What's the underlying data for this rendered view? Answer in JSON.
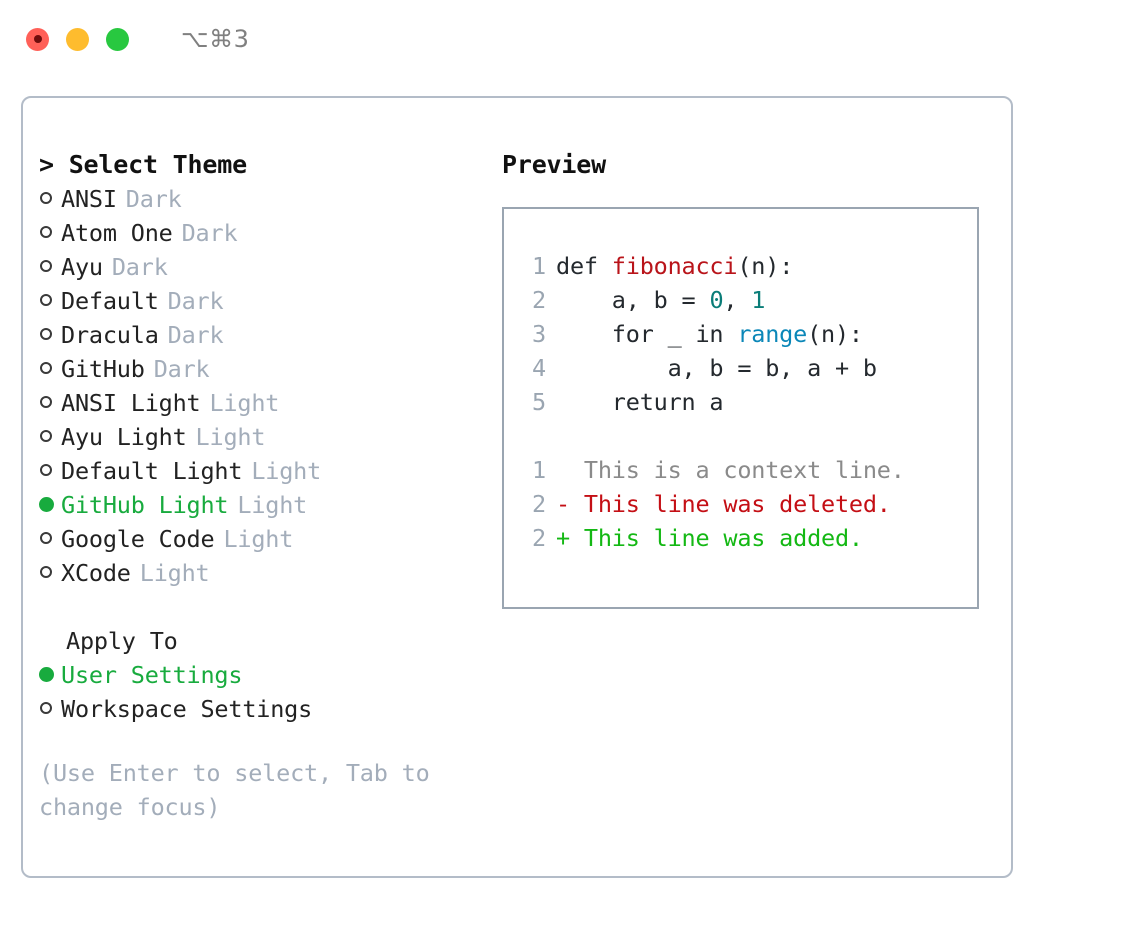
{
  "titlebar": {
    "buttons": [
      {
        "name": "close-button",
        "color": "#ff6058"
      },
      {
        "name": "minimize-button",
        "color": "#febc2e"
      },
      {
        "name": "maximize-button",
        "color": "#28c840"
      }
    ],
    "shortcut": "⌥⌘3"
  },
  "colors": {
    "selected_green": "#18ab3e",
    "muted": "#a3adba",
    "panel_border": "#b3bcc8",
    "preview_border": "#9aa5b1",
    "diff_add": "#14b814",
    "diff_del": "#c40f15",
    "diff_ctx": "#8a8a8a"
  },
  "theme_list": {
    "header": "> Select Theme",
    "items": [
      {
        "name": "ANSI",
        "kind": "Dark",
        "selected": false
      },
      {
        "name": "Atom One",
        "kind": "Dark",
        "selected": false
      },
      {
        "name": "Ayu",
        "kind": "Dark",
        "selected": false
      },
      {
        "name": "Default",
        "kind": "Dark",
        "selected": false
      },
      {
        "name": "Dracula",
        "kind": "Dark",
        "selected": false
      },
      {
        "name": "GitHub",
        "kind": "Dark",
        "selected": false
      },
      {
        "name": "ANSI Light",
        "kind": "Light",
        "selected": false
      },
      {
        "name": "Ayu Light",
        "kind": "Light",
        "selected": false
      },
      {
        "name": "Default Light",
        "kind": "Light",
        "selected": false
      },
      {
        "name": "GitHub Light",
        "kind": "Light",
        "selected": true
      },
      {
        "name": "Google Code",
        "kind": "Light",
        "selected": false
      },
      {
        "name": "XCode",
        "kind": "Light",
        "selected": false
      }
    ]
  },
  "apply_to": {
    "header": "Apply To",
    "items": [
      {
        "name": "User Settings",
        "selected": true
      },
      {
        "name": "Workspace Settings",
        "selected": false
      }
    ]
  },
  "hint": "(Use Enter to select, Tab to change focus)",
  "preview": {
    "title": "Preview",
    "code_lines": [
      {
        "no": "1",
        "tokens": [
          {
            "t": "def ",
            "c": "tok-def"
          },
          {
            "t": "fibonacci",
            "c": "tok-fn"
          },
          {
            "t": "(n):",
            "c": "tok-punc"
          }
        ]
      },
      {
        "no": "2",
        "tokens": [
          {
            "t": "    a, b = ",
            "c": "tok-kw"
          },
          {
            "t": "0",
            "c": "tok-num"
          },
          {
            "t": ", ",
            "c": "tok-kw"
          },
          {
            "t": "1",
            "c": "tok-num"
          }
        ]
      },
      {
        "no": "3",
        "tokens": [
          {
            "t": "    for _ in ",
            "c": "tok-kw"
          },
          {
            "t": "range",
            "c": "tok-call"
          },
          {
            "t": "(n):",
            "c": "tok-punc"
          }
        ]
      },
      {
        "no": "4",
        "tokens": [
          {
            "t": "        a, b = b, a + b",
            "c": "tok-kw"
          }
        ]
      },
      {
        "no": "5",
        "tokens": [
          {
            "t": "    return a",
            "c": "tok-kw"
          }
        ]
      }
    ],
    "diff_lines": [
      {
        "no": "1",
        "marker": "  ",
        "text": "  This is a context line.",
        "cls": "diff-ctx"
      },
      {
        "no": "2",
        "marker": "- ",
        "text": "- This line was deleted.",
        "cls": "diff-del"
      },
      {
        "no": "2",
        "marker": "+ ",
        "text": "+ This line was added.",
        "cls": "diff-add"
      }
    ]
  }
}
